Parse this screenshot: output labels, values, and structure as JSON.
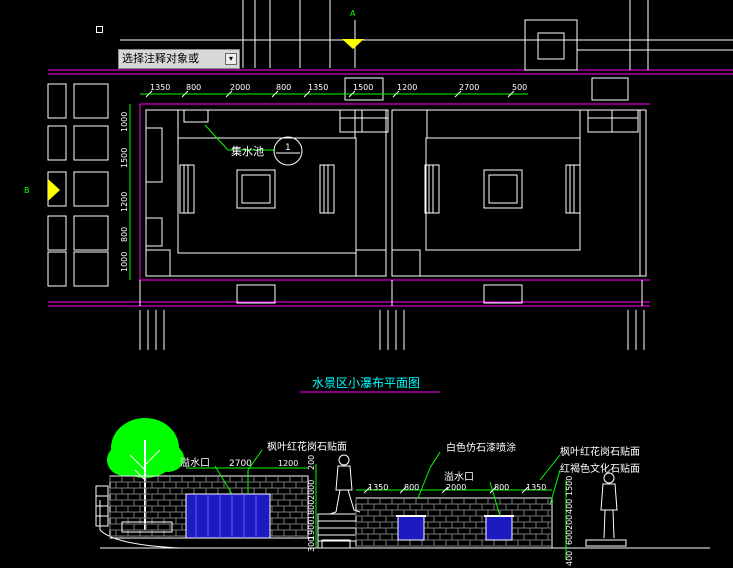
{
  "tooltip": {
    "text": "选择注释对象或",
    "button": "▾"
  },
  "markers": {
    "a": "A",
    "b": "B"
  },
  "plan": {
    "title": "水景区小瀑布平面图",
    "pool_label": "集水池",
    "callout": "1",
    "dims_top_left": [
      "1350",
      "800",
      "2000",
      "800",
      "1350"
    ],
    "dims_top_mid": [
      "1500"
    ],
    "dims_top_right": [
      "1200",
      "2700",
      "500"
    ],
    "dims_left": [
      "1000",
      "1500",
      "1200",
      "800",
      "1000"
    ]
  },
  "elevation": {
    "label_overflow_left": "溢水口",
    "label_dim_2700": "2700",
    "label_dim_1200": "1200",
    "label_maple_left": "枫叶红花岗石贴面",
    "label_white_paint": "白色仿石漆喷涂",
    "label_maple_right": "枫叶红花岗石贴面",
    "label_brown_stone": "红褐色文化石贴面",
    "label_overflow_mid": "溢水口",
    "dims_mid": [
      "1350",
      "800",
      "2000",
      "800",
      "1350"
    ],
    "dims_vert_left": [
      "200",
      "2000",
      "1800",
      "1900",
      "300"
    ],
    "dims_vert_right": [
      "1500",
      "400",
      "200",
      "600",
      "400"
    ]
  },
  "colors": {
    "magenta": "#ff00ff",
    "yellow": "#ffff00",
    "green": "#00ff00",
    "white": "#ffffff",
    "cyan": "#00ffff",
    "blue": "#1b1bc0"
  }
}
